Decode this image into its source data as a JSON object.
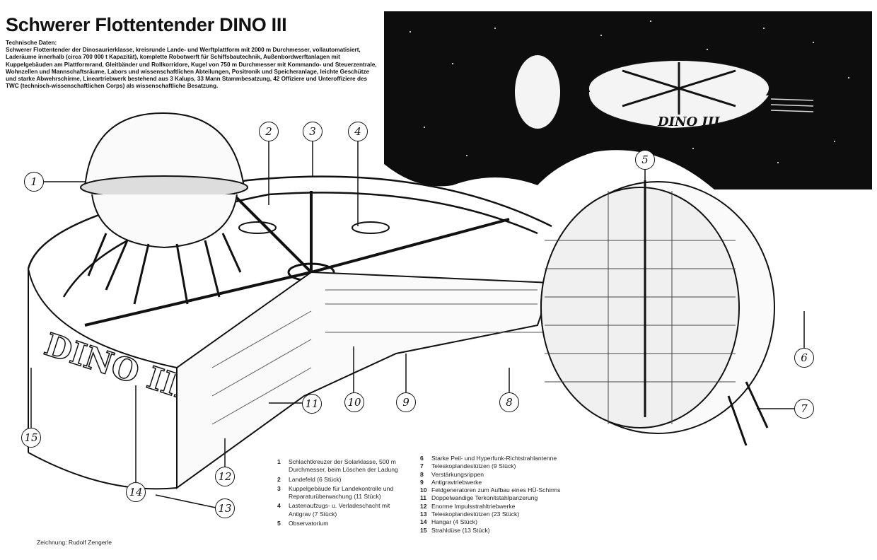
{
  "header": {
    "title": "Schwerer Flottentender DINO III",
    "specs_heading": "Technische Daten:",
    "specs_text": "Schwerer Flottentender der Dinosaurierklasse, kreisrunde Lande- und Werftplattform mit 2000 m Durchmesser, vollautomatisiert, Laderäume innerhalb (circa 700 000 t Kapazität), komplette Robotwerft für Schiffsbautechnik, Außenbordwerftanlagen mit Kuppelgebäuden am Plattformrand, Gleitbänder und Rollkorridore, Kugel von 750 m Durchmesser mit Kommando- und Steuerzentrale, Wohnzellen und Mannschaftsräume, Labors und wissenschaftlichen Abteilungen, Positronik und Speicheranlage, leichte Geschütze und starke Abwehrschirme, Lineartriebwerk bestehend aus 3 Kalups, 33 Mann Stammbesatzung, 42 Offiziere und Unteroffiziere des TWC (technisch-wissenschaftlichen Corps) als wissenschaftliche Besatzung."
  },
  "illustration": {
    "hull_lettering": "DINO III",
    "inset_lettering": "DINO III",
    "callouts": [
      "1",
      "2",
      "3",
      "4",
      "5",
      "6",
      "7",
      "8",
      "9",
      "10",
      "11",
      "12",
      "13",
      "14",
      "15"
    ]
  },
  "legend_left": [
    {
      "num": "1",
      "text": "Schlachtkreuzer der Solarklasse, 500 m Durchmesser, beim Löschen der Ladung"
    },
    {
      "num": "2",
      "text": "Landefeld (6 Stück)"
    },
    {
      "num": "3",
      "text": "Kuppelgebäude für Landekontrolle und Reparaturüberwachung (11 Stück)"
    },
    {
      "num": "4",
      "text": "Lastenaufzugs- u. Verladeschacht mit Antigrav (7 Stück)"
    },
    {
      "num": "5",
      "text": "Observatorium"
    }
  ],
  "legend_right": [
    {
      "num": "6",
      "text": "Starke Peil- und Hyperfunk-Richtstrahlantenne"
    },
    {
      "num": "7",
      "text": "Teleskoplandestützen (9 Stück)"
    },
    {
      "num": "8",
      "text": "Verstärkungsrippen"
    },
    {
      "num": "9",
      "text": "Antigravtriebwerke"
    },
    {
      "num": "10",
      "text": "Feldgeneratoren zum Aufbau eines HÜ-Schirms"
    },
    {
      "num": "11",
      "text": "Doppelwandige Terkonitstahlpanzerung"
    },
    {
      "num": "12",
      "text": "Enorme Impulsstrahltriebwerke"
    },
    {
      "num": "13",
      "text": "Teleskoplandestützen (23 Stück)"
    },
    {
      "num": "14",
      "text": "Hangar (4 Stück)"
    },
    {
      "num": "15",
      "text": "Strahldüse (13 Stück)"
    }
  ],
  "credit": "Zeichnung: Rudolf Zengerle"
}
